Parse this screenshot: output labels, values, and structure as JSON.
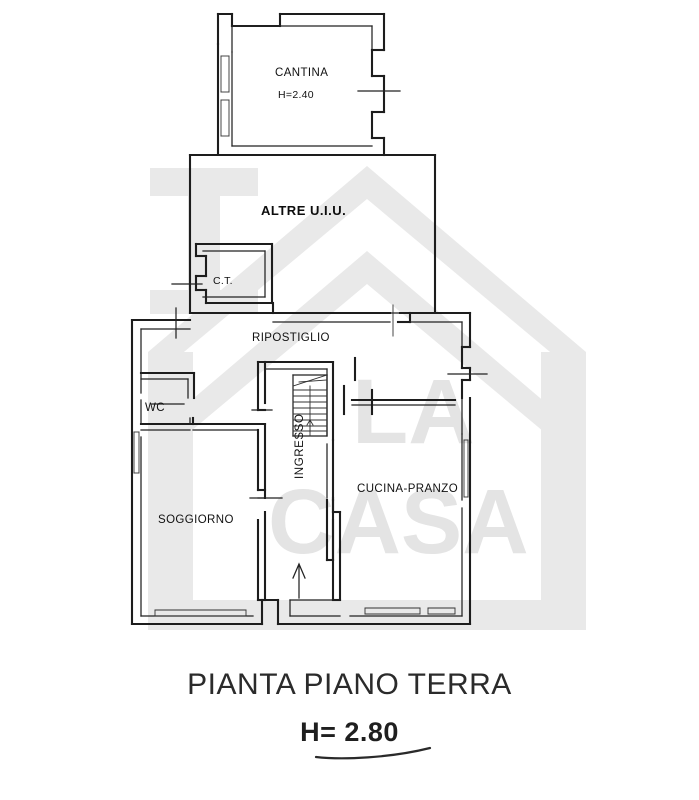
{
  "document": {
    "type": "floor-plan",
    "caption_title": "PIANTA PIANO TERRA",
    "caption_height": "H= 2.80"
  },
  "watermark": {
    "brand_line1": "LA",
    "brand_line2": "CASA",
    "color": "#e7e7e7"
  },
  "rooms": {
    "cantina": {
      "label": "CANTINA",
      "height_label": "H=2.40"
    },
    "altre_uiu": {
      "label": "ALTRE U.I.U."
    },
    "ct": {
      "label": "C.T."
    },
    "ripostiglio": {
      "label": "RIPOSTIGLIO"
    },
    "wc": {
      "label": "WC"
    },
    "soggiorno": {
      "label": "SOGGIORNO"
    },
    "ingresso": {
      "label": "INGRESSO"
    },
    "cucina_pranzo": {
      "label": "CUCINA-PRANZO"
    }
  },
  "colors": {
    "paper": "#ffffff",
    "ink": "#1d1d1d",
    "watermark": "#e7e7e7"
  }
}
